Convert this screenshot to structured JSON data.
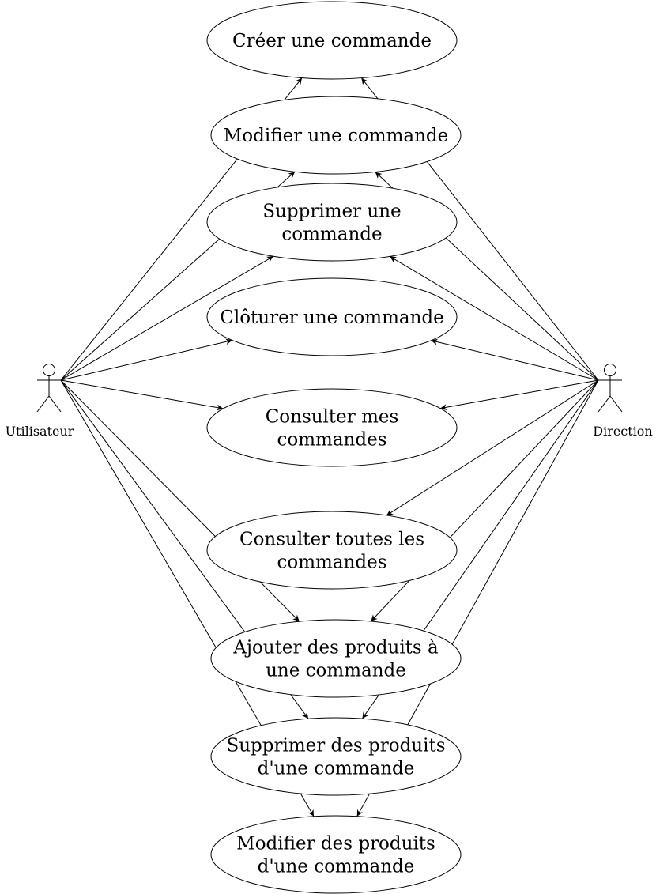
{
  "diagram": {
    "type": "use-case",
    "line_color": "#000000",
    "background": "#ffffff",
    "actors": [
      {
        "id": "utilisateur",
        "label": "Utilisateur"
      },
      {
        "id": "direction",
        "label": "Direction"
      }
    ],
    "use_cases": [
      {
        "id": "creer",
        "lines": [
          "Créer une commande"
        ]
      },
      {
        "id": "modifier",
        "lines": [
          "Modifier une commande"
        ]
      },
      {
        "id": "supprimer",
        "lines": [
          "Supprimer une",
          "commande"
        ]
      },
      {
        "id": "cloturer",
        "lines": [
          "Clôturer une commande"
        ]
      },
      {
        "id": "consulter-mes",
        "lines": [
          "Consulter mes",
          "commandes"
        ]
      },
      {
        "id": "consulter-toutes",
        "lines": [
          "Consulter toutes les",
          "commandes"
        ]
      },
      {
        "id": "ajouter-produits",
        "lines": [
          "Ajouter des produits à",
          "une commande"
        ]
      },
      {
        "id": "supprimer-produits",
        "lines": [
          "Supprimer des produits",
          "d'une commande"
        ]
      },
      {
        "id": "modifier-produits",
        "lines": [
          "Modifier des produits",
          "d'une commande"
        ]
      }
    ],
    "associations": [
      {
        "from": "utilisateur",
        "to": "creer"
      },
      {
        "from": "utilisateur",
        "to": "modifier"
      },
      {
        "from": "utilisateur",
        "to": "supprimer"
      },
      {
        "from": "utilisateur",
        "to": "cloturer"
      },
      {
        "from": "utilisateur",
        "to": "consulter-mes"
      },
      {
        "from": "utilisateur",
        "to": "ajouter-produits"
      },
      {
        "from": "utilisateur",
        "to": "supprimer-produits"
      },
      {
        "from": "utilisateur",
        "to": "modifier-produits"
      },
      {
        "from": "direction",
        "to": "creer"
      },
      {
        "from": "direction",
        "to": "modifier"
      },
      {
        "from": "direction",
        "to": "supprimer"
      },
      {
        "from": "direction",
        "to": "cloturer"
      },
      {
        "from": "direction",
        "to": "consulter-mes"
      },
      {
        "from": "direction",
        "to": "consulter-toutes"
      },
      {
        "from": "direction",
        "to": "ajouter-produits"
      },
      {
        "from": "direction",
        "to": "supprimer-produits"
      },
      {
        "from": "direction",
        "to": "modifier-produits"
      }
    ]
  }
}
